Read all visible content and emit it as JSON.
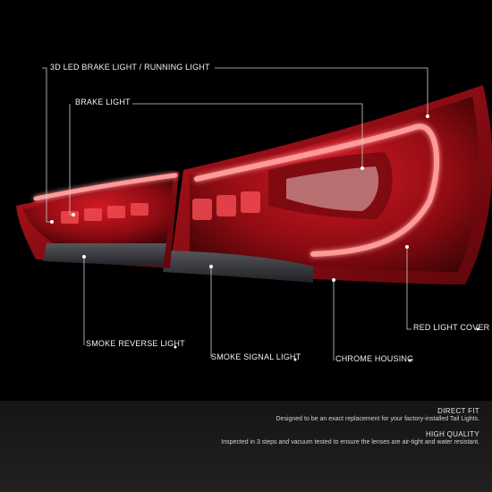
{
  "callouts": {
    "led_running": "3D LED BRAKE LIGHT / RUNNING LIGHT",
    "brake_light": "BRAKE LIGHT",
    "smoke_reverse": "SMOKE REVERSE LIGHT",
    "smoke_signal": "SMOKE SIGNAL LIGHT",
    "chrome_housing": "CHROME HOUSING",
    "red_cover": "RED LIGHT COVER"
  },
  "features": [
    {
      "title": "DIRECT FIT",
      "text": "Designed to be an exact replacement for your factory-installed Tail Lights."
    },
    {
      "title": "HIGH QUALITY",
      "text": "Inspected in 3 steps and vacuum tested to ensure the lenses are air-tight and water resistant."
    }
  ],
  "colors": {
    "background": "#000000",
    "lens_red": "#c4121c",
    "light_tube": "#ff8a8a",
    "smoke": "#3a3b40",
    "callout_line": "#cfcfcf"
  }
}
